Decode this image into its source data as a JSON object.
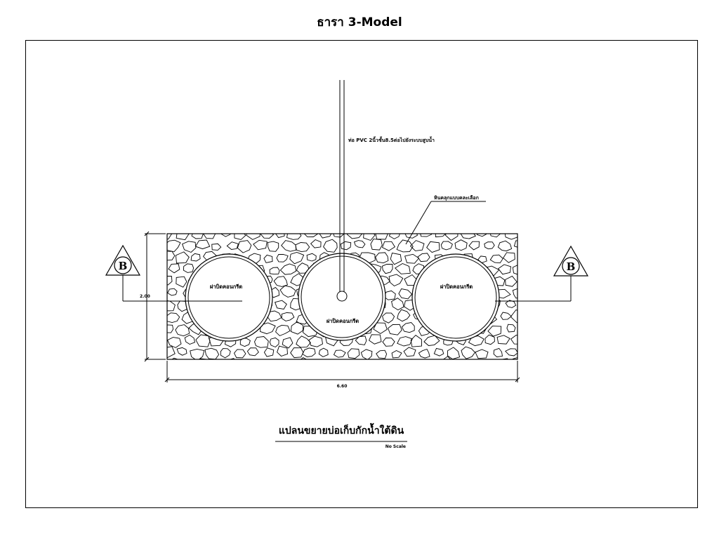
{
  "header": {
    "title": "ธารา 3-Model"
  },
  "drawing": {
    "pipe_note": "ท่อ PVC 2นิ้วชั้น8.5ต่อไปยังระบบสูบน้ำ",
    "gravel_note": "หินคลุกแบบคละเลือก",
    "pit_labels": [
      "ฝาบิดคอนกรีต",
      "ฝาปิดคอนกรีต",
      "ฝาปิดคอนกรีต"
    ],
    "dim_height": "2.00",
    "dim_width": "6.60",
    "section_marker": "B",
    "caption": "แปลนขยายบ่อเก็บกักน้ำใต้ดิน",
    "scale_note": "No Scale"
  }
}
